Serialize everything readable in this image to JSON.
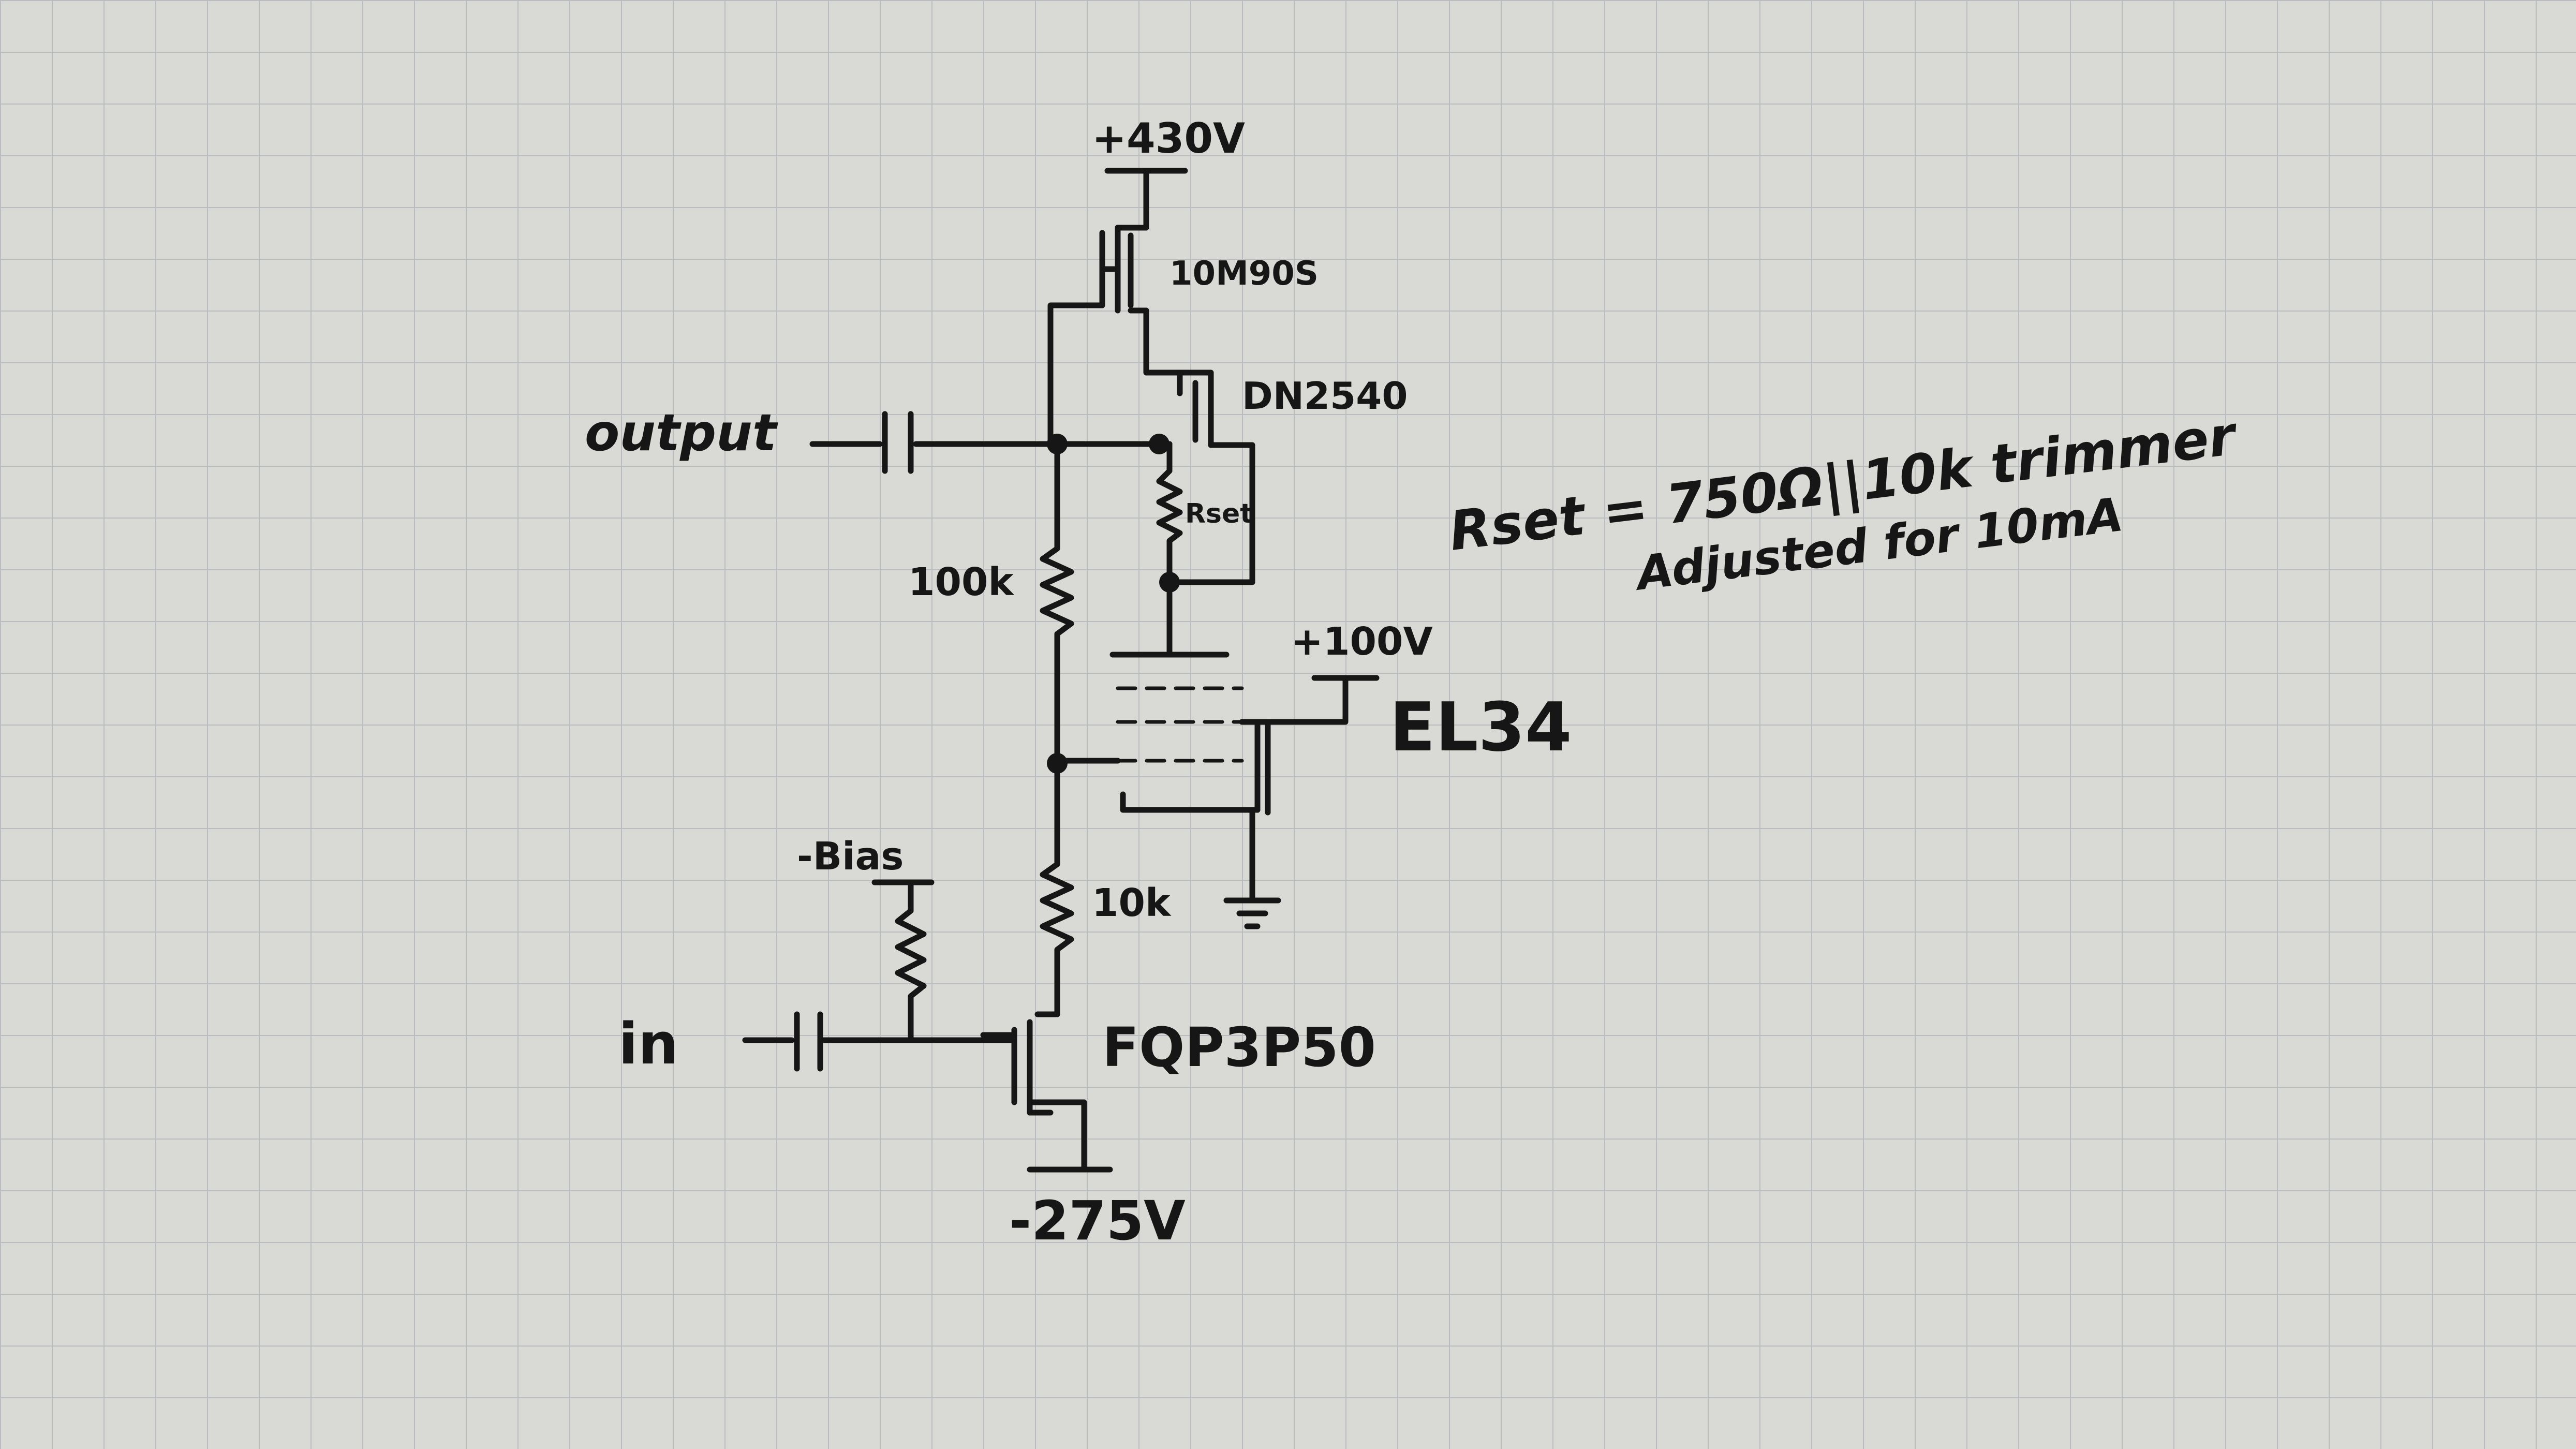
{
  "paper": {
    "background": "#d9d9d6",
    "grid_color": "#b9bdbf",
    "ink_color": "#161616"
  },
  "labels": {
    "supply_top": "+430V",
    "q_top": "10M90S",
    "q_depletion": "DN2540",
    "output": "output",
    "r_plate": "100k",
    "r_set": "Rset",
    "screen_supply": "+100V",
    "tube": "EL34",
    "bias": "-Bias",
    "r_cathode": "10k",
    "input": "in",
    "q_bottom": "FQP3P50",
    "supply_bottom": "-275V"
  },
  "note": {
    "line1": "Rset = 750Ω||10k trimmer",
    "line2": "Adjusted for 10mA"
  }
}
